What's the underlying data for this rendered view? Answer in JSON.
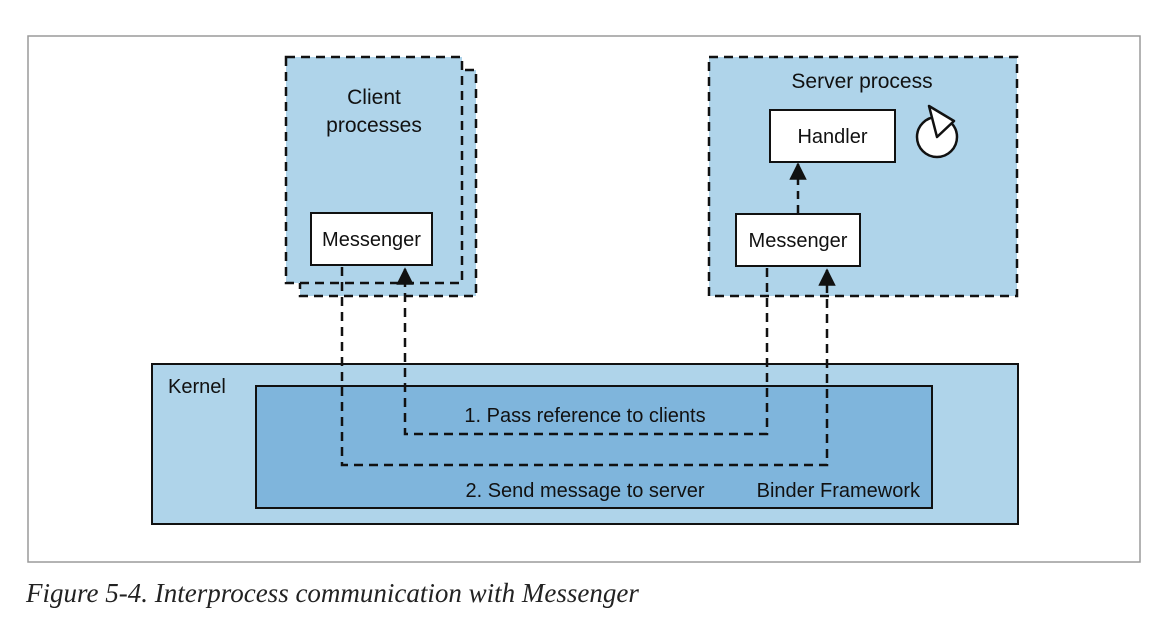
{
  "diagram": {
    "client_title_line1": "Client",
    "client_title_line2": "processes",
    "client_messenger": "Messenger",
    "server_title": "Server process",
    "handler": "Handler",
    "server_messenger": "Messenger",
    "kernel": "Kernel",
    "step1": "1. Pass reference to clients",
    "step2": "2. Send message to server",
    "binder": "Binder Framework",
    "colors": {
      "frame_border": "#9a9a9a",
      "process_fill": "#afd4ea",
      "kernel_fill": "#afd4ea",
      "binder_fill": "#7fb5dc",
      "box_fill": "#ffffff",
      "stroke": "#111111"
    },
    "icons": [
      "clock-icon"
    ]
  },
  "caption": "Figure 5-4. Interprocess communication with Messenger"
}
